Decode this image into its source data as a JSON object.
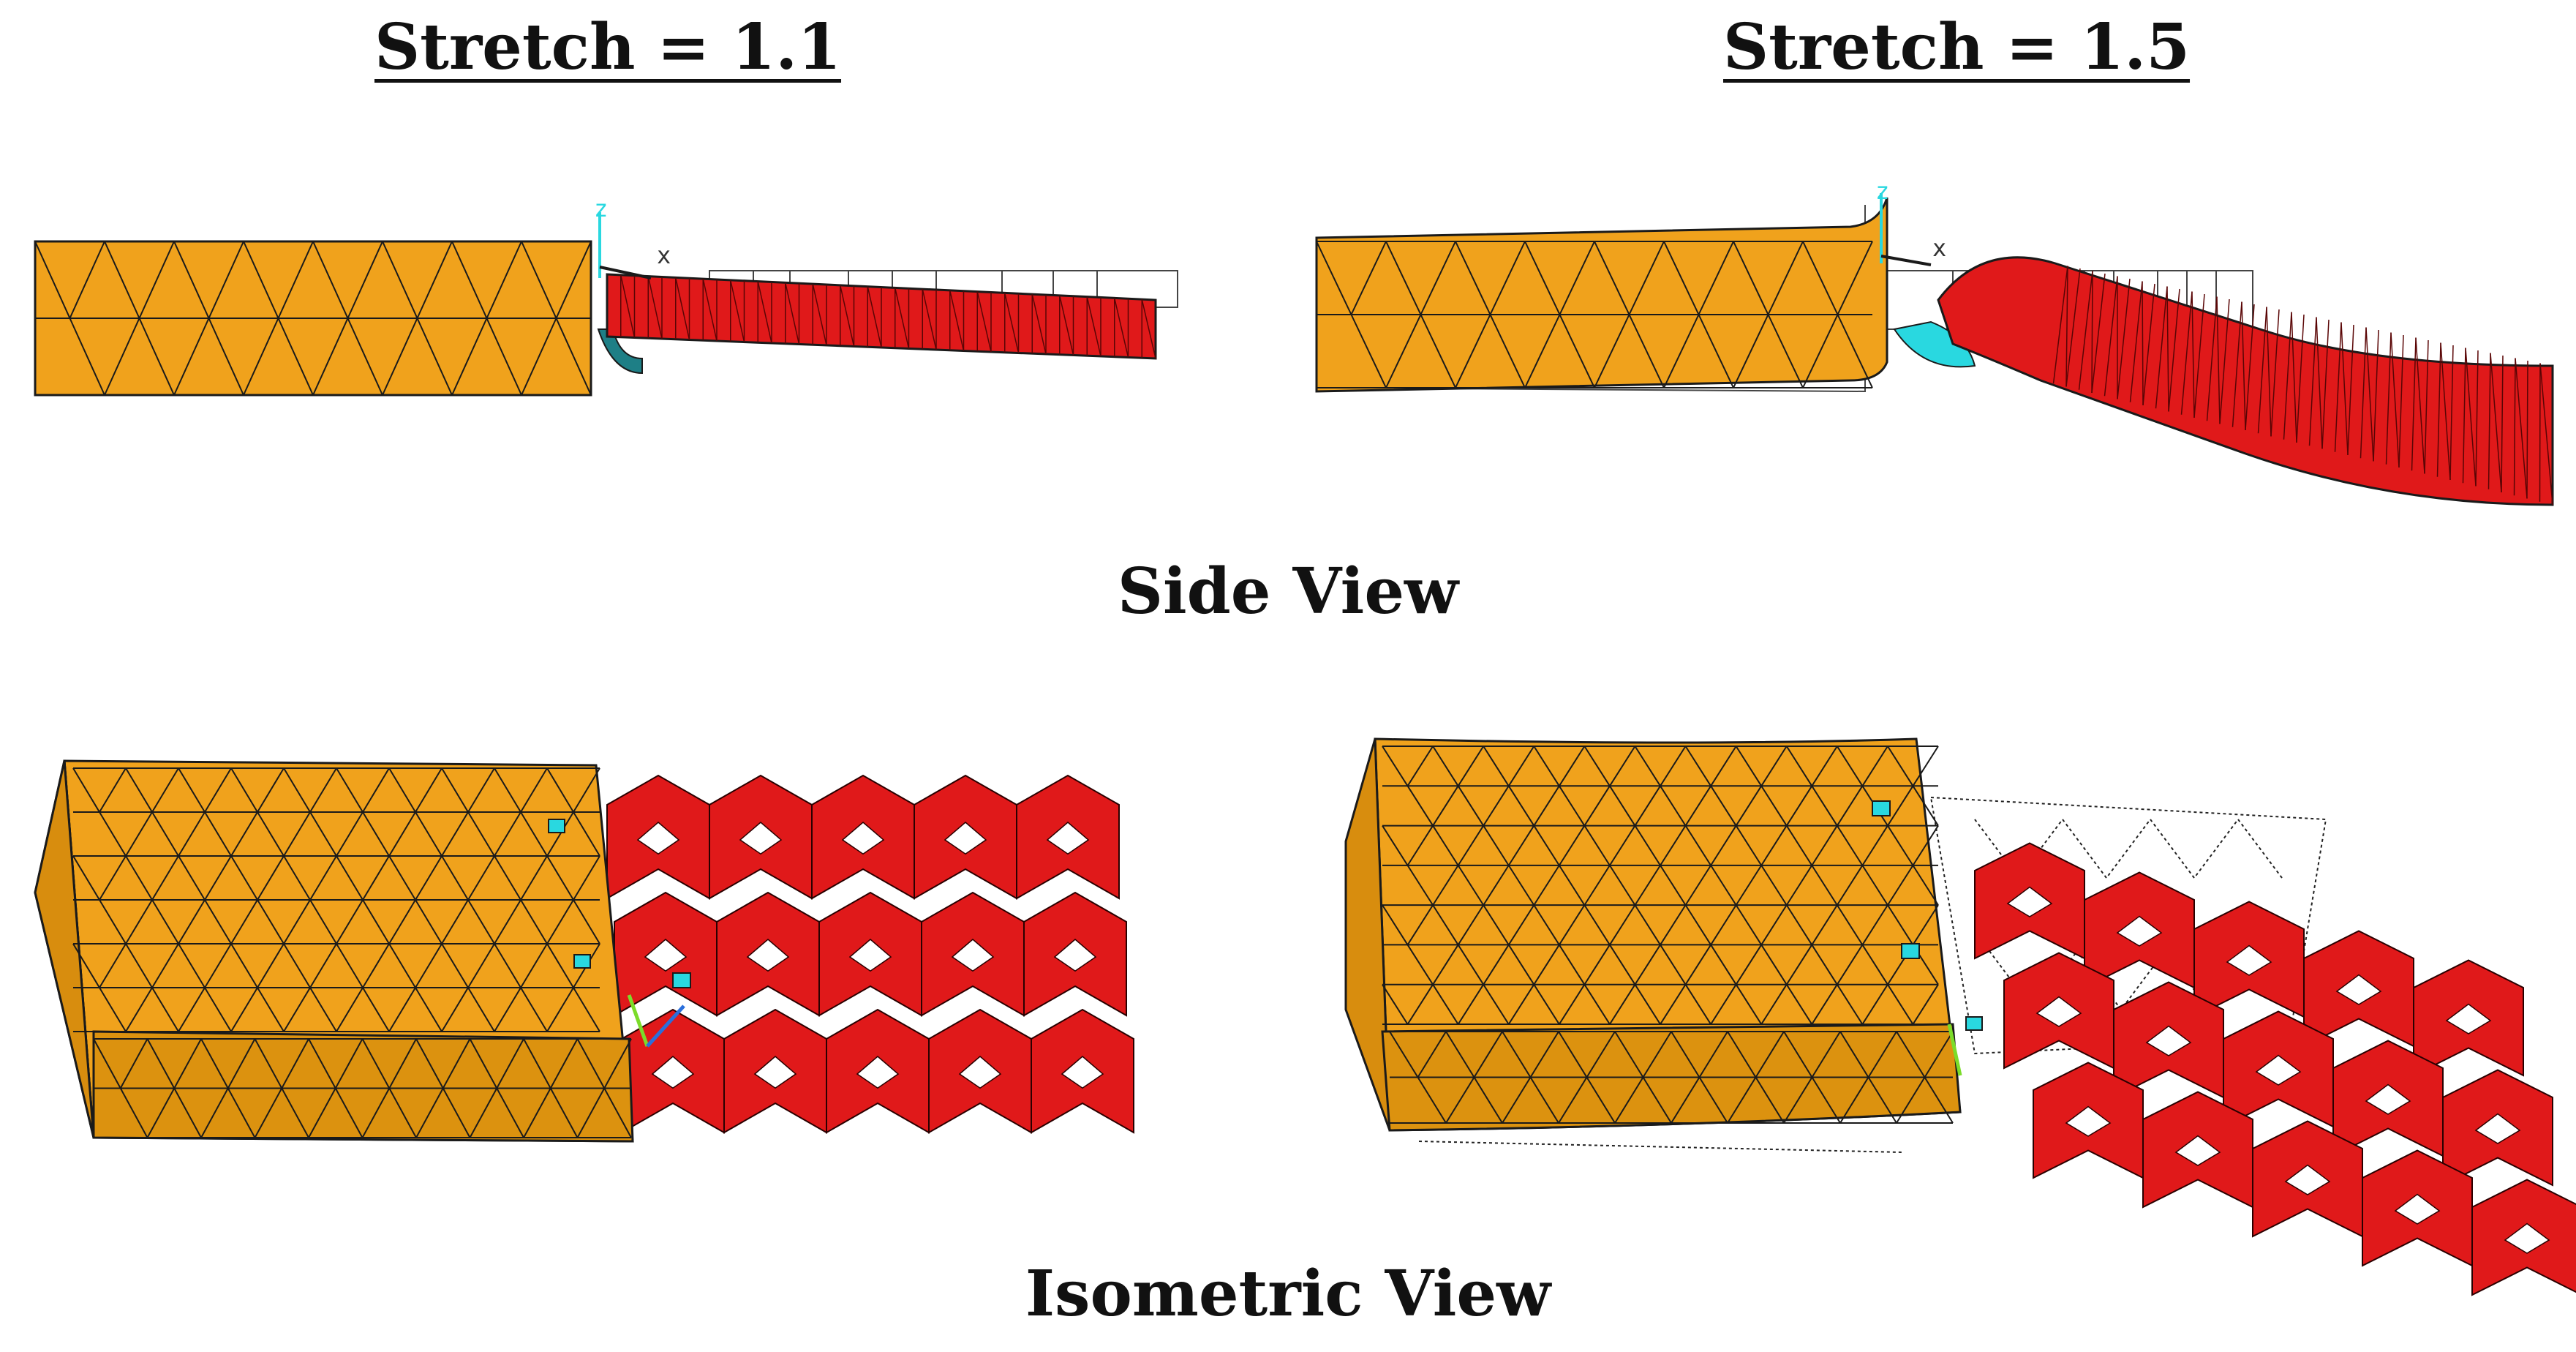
{
  "columns": [
    {
      "title": "Stretch = 1.1"
    },
    {
      "title": "Stretch = 1.5"
    }
  ],
  "rows": [
    {
      "label": "Side View"
    },
    {
      "label": "Isometric View"
    }
  ],
  "axis_labels": {
    "z": "z",
    "x": "x"
  },
  "colors": {
    "block_fill": "#f0a21c",
    "block_side": "#d88d0e",
    "strip_fill": "#e0191a",
    "connector": "#29d8e0",
    "mesh_line": "#1a1a1a",
    "undeformed_outline": "#444444"
  },
  "icons": [
    "z-axis-icon",
    "x-axis-icon",
    "coordinate-triad-icon"
  ]
}
